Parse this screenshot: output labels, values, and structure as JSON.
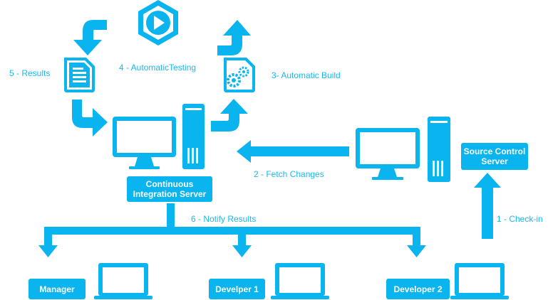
{
  "colors": {
    "accent": "#0ab4ee",
    "background": "#ffffff"
  },
  "labels": {
    "results": "5 - Results",
    "automatic_testing": "4 - AutomaticTesting",
    "automatic_build": "3- Automatic Build",
    "fetch_changes": "2 - Fetch Changes",
    "notify_results": "6 - Notify Results",
    "check_in": "1 - Check-in"
  },
  "nodes": {
    "ci_server_line1": "Continuous",
    "ci_server_line2": "Integration Server",
    "source_control_line1": "Source Control",
    "source_control_line2": "Server",
    "manager": "Manager",
    "developer_1": "Develper 1",
    "developer_2": "Developer 2"
  },
  "icons": {
    "testing": "play-hexagon-icon",
    "results": "document-icon",
    "build": "gears-document-icon",
    "ci_computer": "desktop-tower-icon",
    "source_computer": "desktop-tower-icon",
    "laptops": "laptop-icon"
  }
}
